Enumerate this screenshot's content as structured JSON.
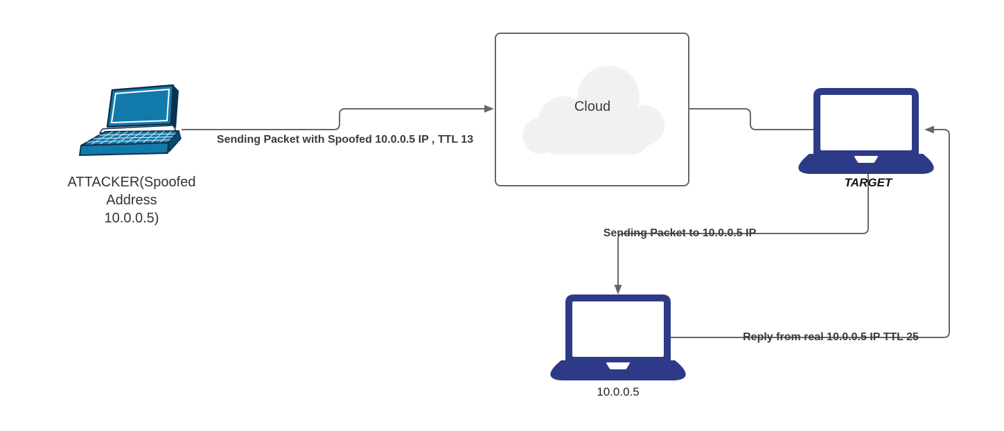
{
  "colors": {
    "connector": "#666666",
    "edge_label_text": "#3b3b3b",
    "node_label_text": "#333333",
    "modern_laptop_navy": "#2d3a87",
    "attacker_laptop_teal": "#1279ab",
    "attacker_laptop_outline": "#0d304d",
    "cloud_fill": "#f1f1f2",
    "cloud_box_border": "#666666",
    "background": "#ffffff"
  },
  "nodes": {
    "attacker": {
      "label": "ATTACKER(Spoofed\nAddress\n10.0.0.5)",
      "icon": "laptop-3d-icon"
    },
    "cloud": {
      "label": "Cloud",
      "icon": "cloud-icon"
    },
    "target": {
      "label": "TARGET",
      "icon": "laptop-icon"
    },
    "real_host": {
      "label": "10.0.0.5",
      "icon": "laptop-icon"
    }
  },
  "edges": {
    "attacker_to_cloud": {
      "label": "Sending Packet with Spoofed 10.0.0.5 IP , TTL 13",
      "from": "attacker",
      "to": "cloud"
    },
    "cloud_to_target": {
      "label": "",
      "from": "cloud",
      "to": "target"
    },
    "target_to_real": {
      "label": "Sending Packet to 10.0.0.5 IP",
      "from": "target",
      "to": "real_host"
    },
    "real_to_target": {
      "label": "Reply from real 10.0.0.5 IP TTL 25",
      "from": "real_host",
      "to": "target"
    }
  }
}
